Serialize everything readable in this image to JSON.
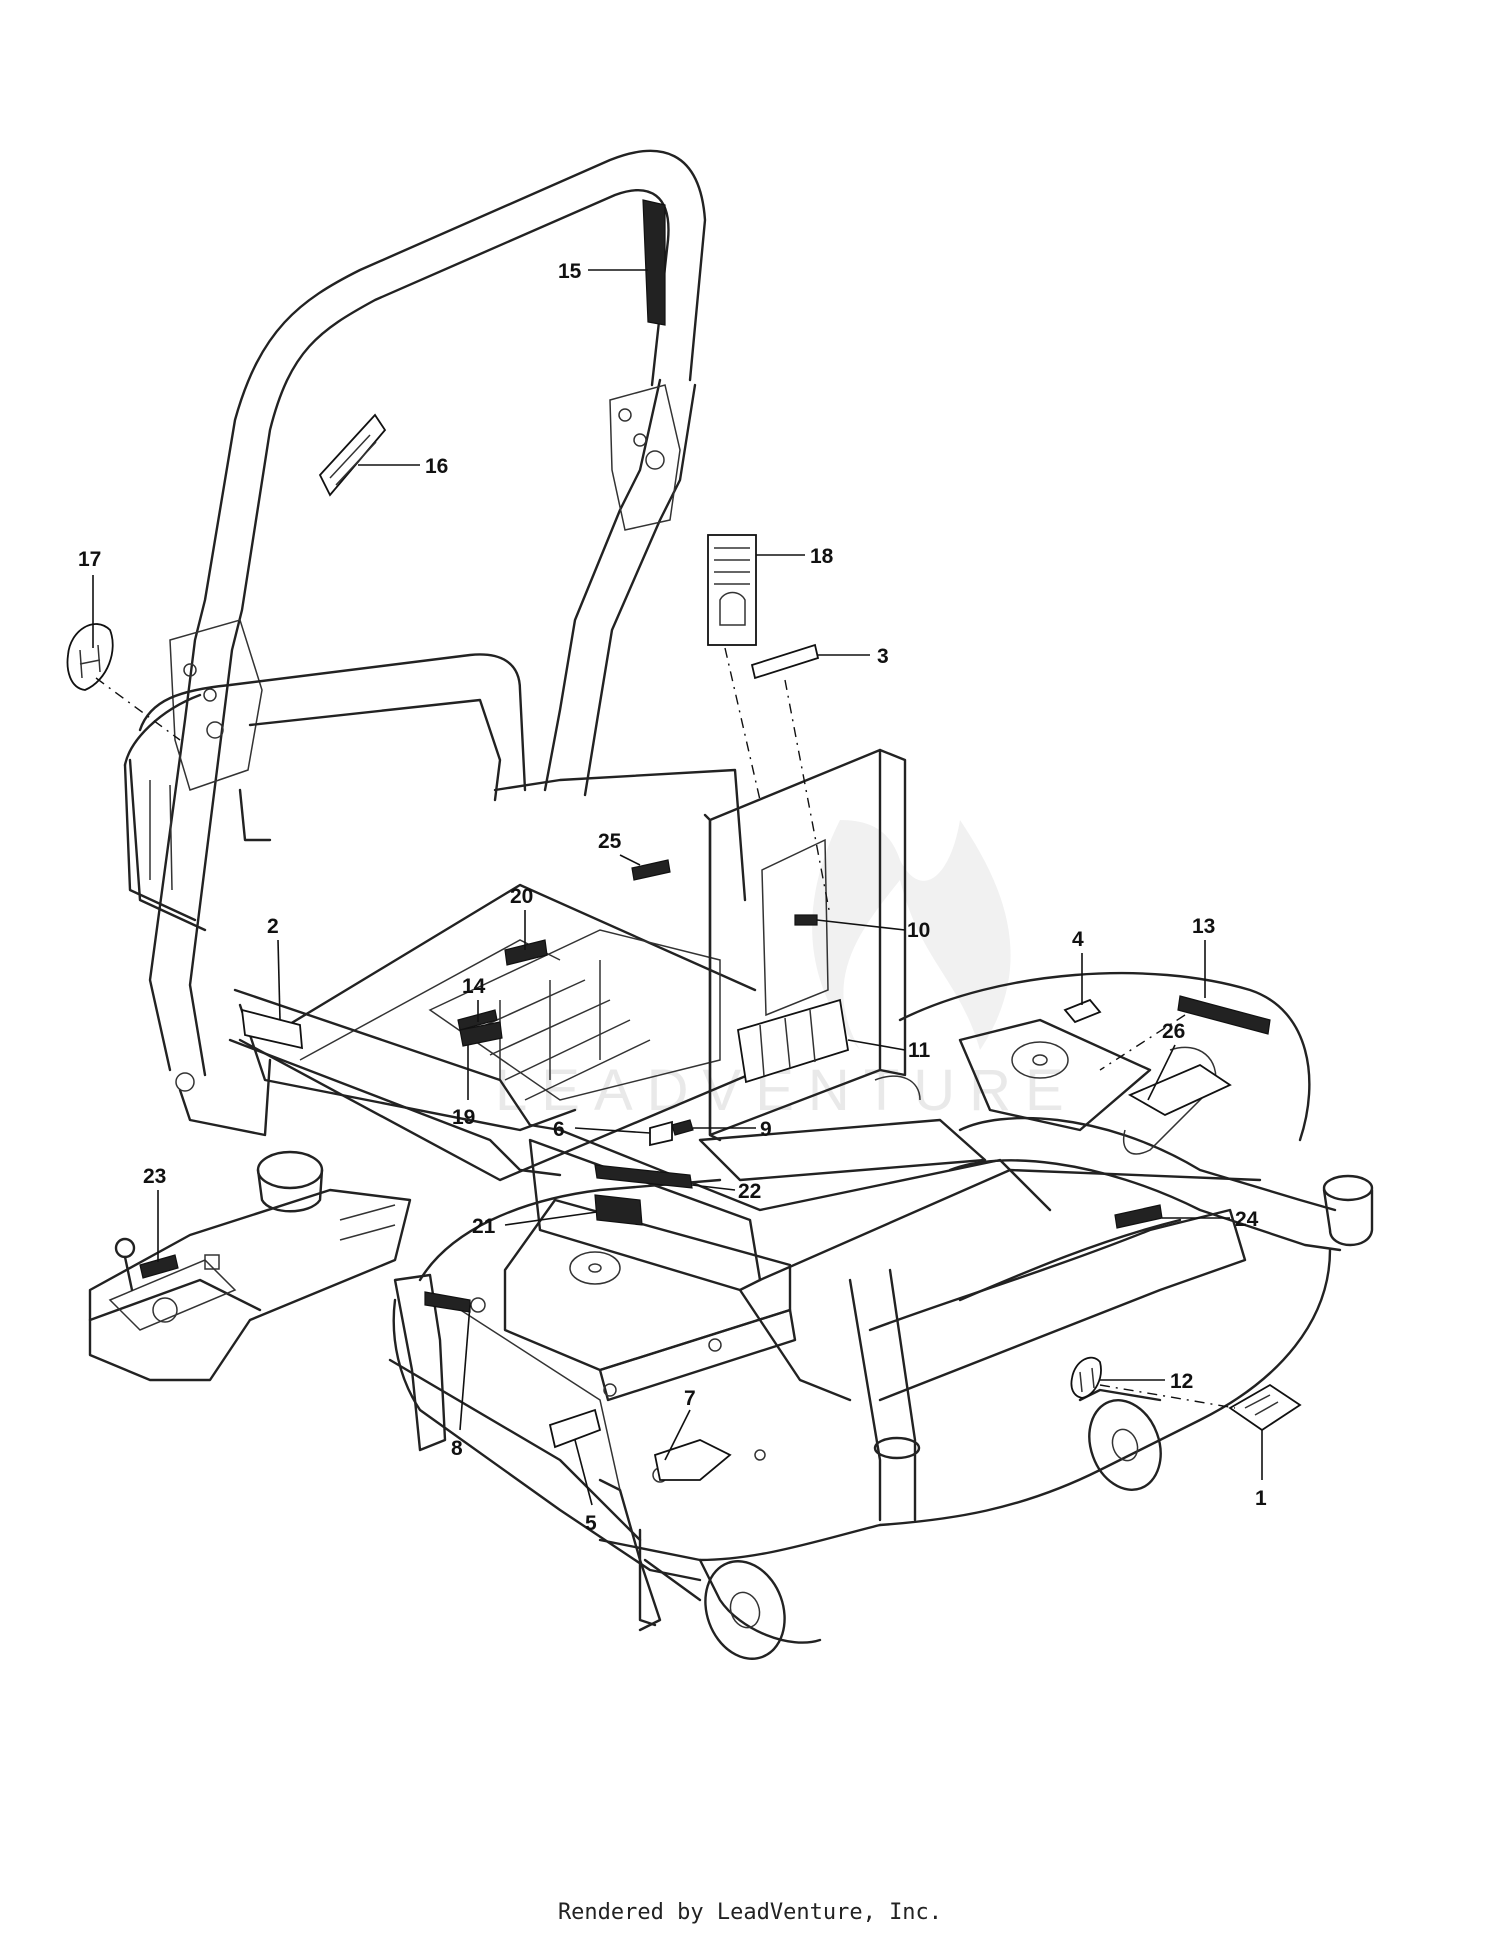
{
  "diagram": {
    "watermark": "LEADVENTURE",
    "callouts": [
      {
        "id": "1",
        "label": "1"
      },
      {
        "id": "2",
        "label": "2"
      },
      {
        "id": "3",
        "label": "3"
      },
      {
        "id": "4",
        "label": "4"
      },
      {
        "id": "5",
        "label": "5"
      },
      {
        "id": "6",
        "label": "6"
      },
      {
        "id": "7",
        "label": "7"
      },
      {
        "id": "8",
        "label": "8"
      },
      {
        "id": "9",
        "label": "9"
      },
      {
        "id": "10",
        "label": "10"
      },
      {
        "id": "11",
        "label": "11"
      },
      {
        "id": "12",
        "label": "12"
      },
      {
        "id": "13",
        "label": "13"
      },
      {
        "id": "14",
        "label": "14"
      },
      {
        "id": "15",
        "label": "15"
      },
      {
        "id": "16",
        "label": "16"
      },
      {
        "id": "17",
        "label": "17"
      },
      {
        "id": "18",
        "label": "18"
      },
      {
        "id": "19",
        "label": "19"
      },
      {
        "id": "20",
        "label": "20"
      },
      {
        "id": "21",
        "label": "21"
      },
      {
        "id": "22",
        "label": "22"
      },
      {
        "id": "23",
        "label": "23"
      },
      {
        "id": "24",
        "label": "24"
      },
      {
        "id": "25",
        "label": "25"
      },
      {
        "id": "26",
        "label": "26"
      }
    ]
  },
  "footer": {
    "text": "Rendered by LeadVenture, Inc."
  }
}
